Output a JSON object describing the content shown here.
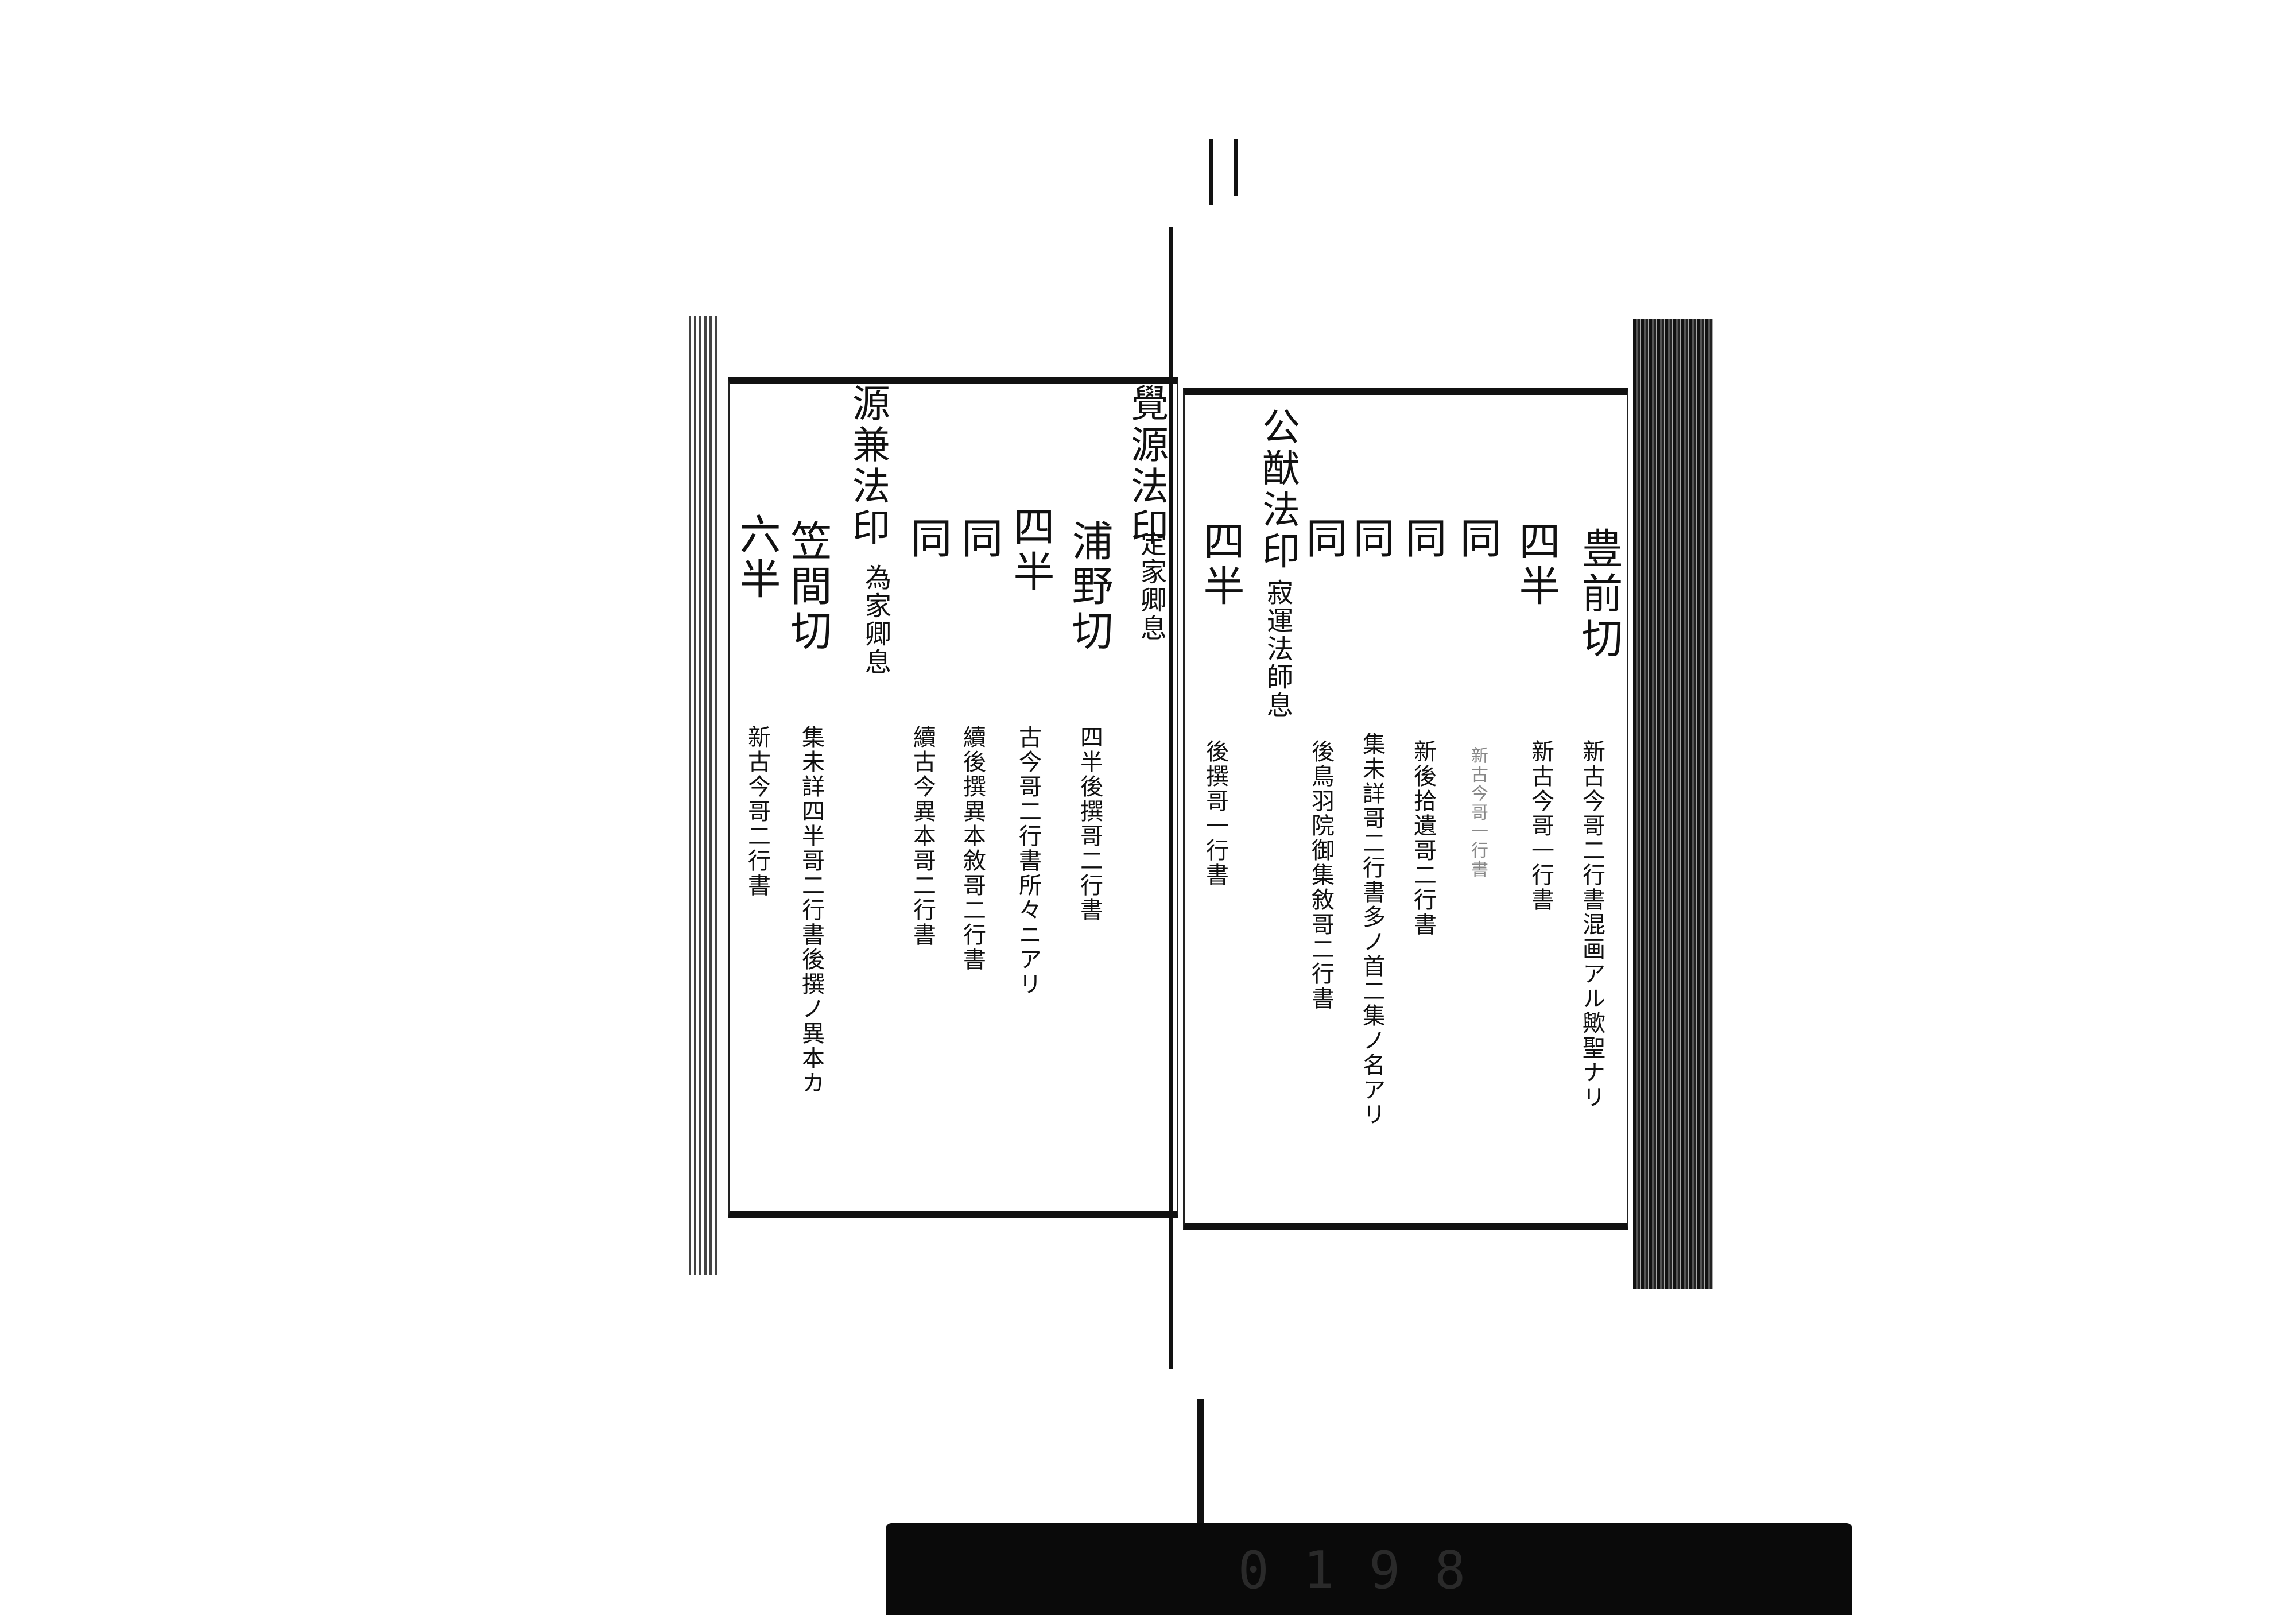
{
  "plate_label": "0198",
  "right_page": {
    "columns": [
      {
        "heading": "豊前切",
        "note": "新古今哥二行書混画アル歟聖ナリ"
      },
      {
        "heading": "四半",
        "note": "新古今哥一行書"
      },
      {
        "heading": "同",
        "note": "新古今哥一行書"
      },
      {
        "heading": "同",
        "note": "新後拾遺哥二行書"
      },
      {
        "heading": "同",
        "note": "集未詳哥二行書多ノ首二集ノ名アリ"
      },
      {
        "heading": "同",
        "note": "後鳥羽院御集敘哥二行書"
      },
      {
        "heading": "公猷法印",
        "note": "寂運法師息"
      },
      {
        "heading": "四半",
        "note": "後撰哥一行書"
      }
    ]
  },
  "left_page": {
    "columns": [
      {
        "heading": "覺源法印",
        "note": "定家卿息"
      },
      {
        "heading": "浦野切",
        "note": "四半後撰哥二行書"
      },
      {
        "heading": "四半",
        "note": "古今哥二行書所々ニアリ"
      },
      {
        "heading": "同",
        "note": "續後撰異本敘哥二行書"
      },
      {
        "heading": "同",
        "note": "續古今異本哥二行書"
      },
      {
        "heading": "源兼法印",
        "note": "為家卿息"
      },
      {
        "heading": "笠間切",
        "note": "集未詳四半哥二行書後撰ノ異本カ"
      },
      {
        "heading": "六半",
        "note": "新古今哥二行書"
      }
    ]
  }
}
